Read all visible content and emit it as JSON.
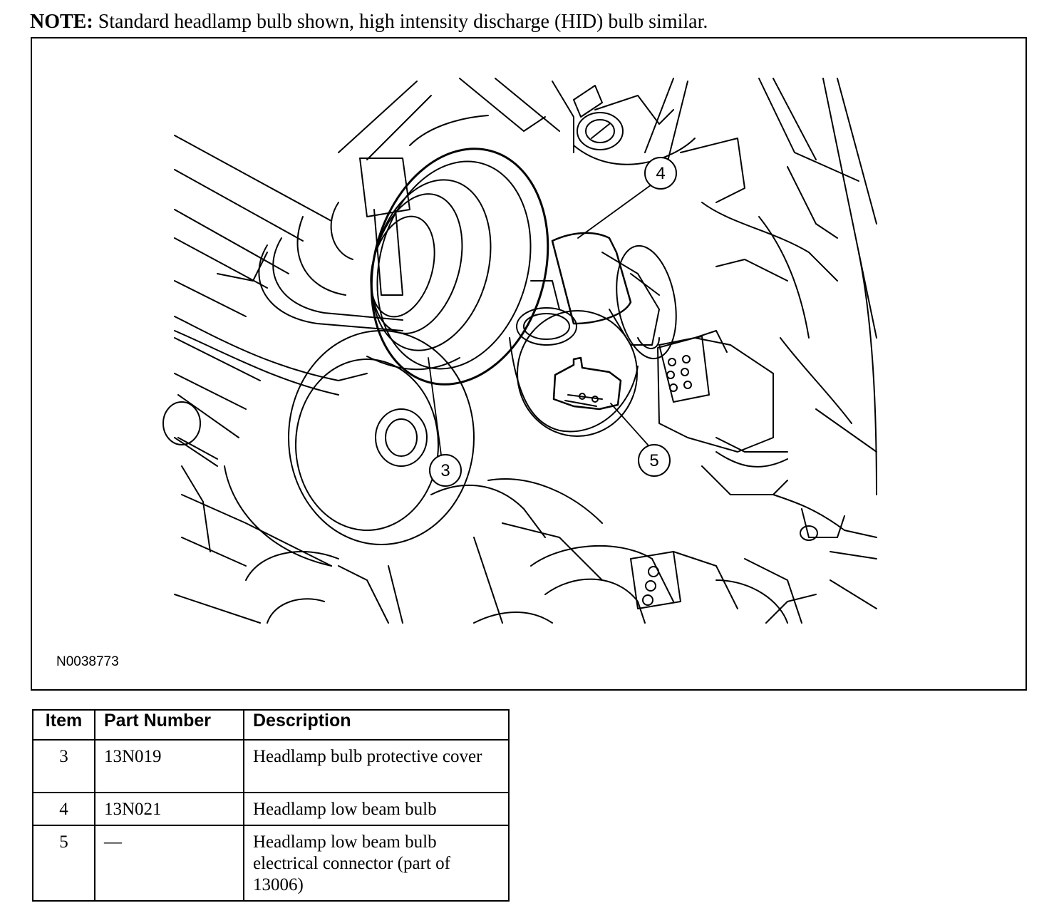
{
  "note": {
    "label": "NOTE:",
    "text": " Standard headlamp bulb shown, high intensity discharge (HID) bulb similar."
  },
  "figure": {
    "id": "N0038773",
    "callouts": [
      {
        "number": "3",
        "target": "Headlamp bulb protective cover"
      },
      {
        "number": "4",
        "target": "Headlamp low beam bulb"
      },
      {
        "number": "5",
        "target": "Headlamp low beam bulb electrical connector"
      }
    ]
  },
  "table": {
    "headers": [
      "Item",
      "Part Number",
      "Description"
    ],
    "rows": [
      {
        "item": "3",
        "part_number": "13N019",
        "description": "Headlamp bulb protective cover"
      },
      {
        "item": "4",
        "part_number": "13N021",
        "description": "Headlamp low beam bulb"
      },
      {
        "item": "5",
        "part_number": "—",
        "description": "Headlamp low beam bulb electrical connector (part of 13006)"
      }
    ]
  }
}
